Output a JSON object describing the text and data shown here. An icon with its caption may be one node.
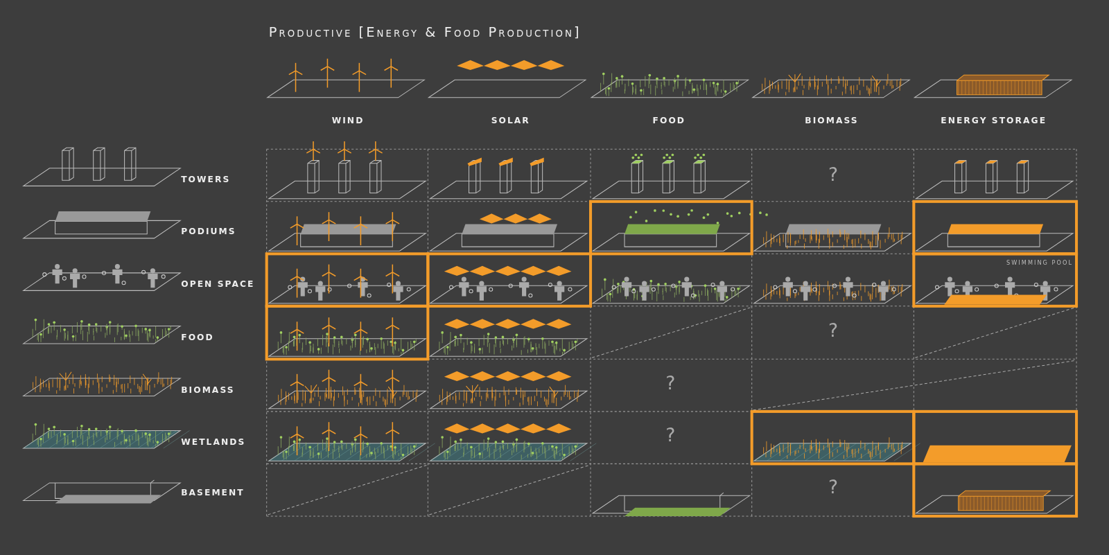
{
  "diagram": {
    "title": "Productive [Energy & Food Production]",
    "labels": [
      "WIND",
      "SOLAR",
      "FOOD",
      "BIOMASS",
      "ENERGY STORAGE",
      "TOWERS",
      "?",
      "PODIUMS",
      "SWIMMING POOL",
      "OPEN SPACE",
      "FOOD",
      "?",
      "BIOMASS",
      "?",
      "WETLANDS",
      "?",
      "BASEMENT",
      "?"
    ]
  }
}
